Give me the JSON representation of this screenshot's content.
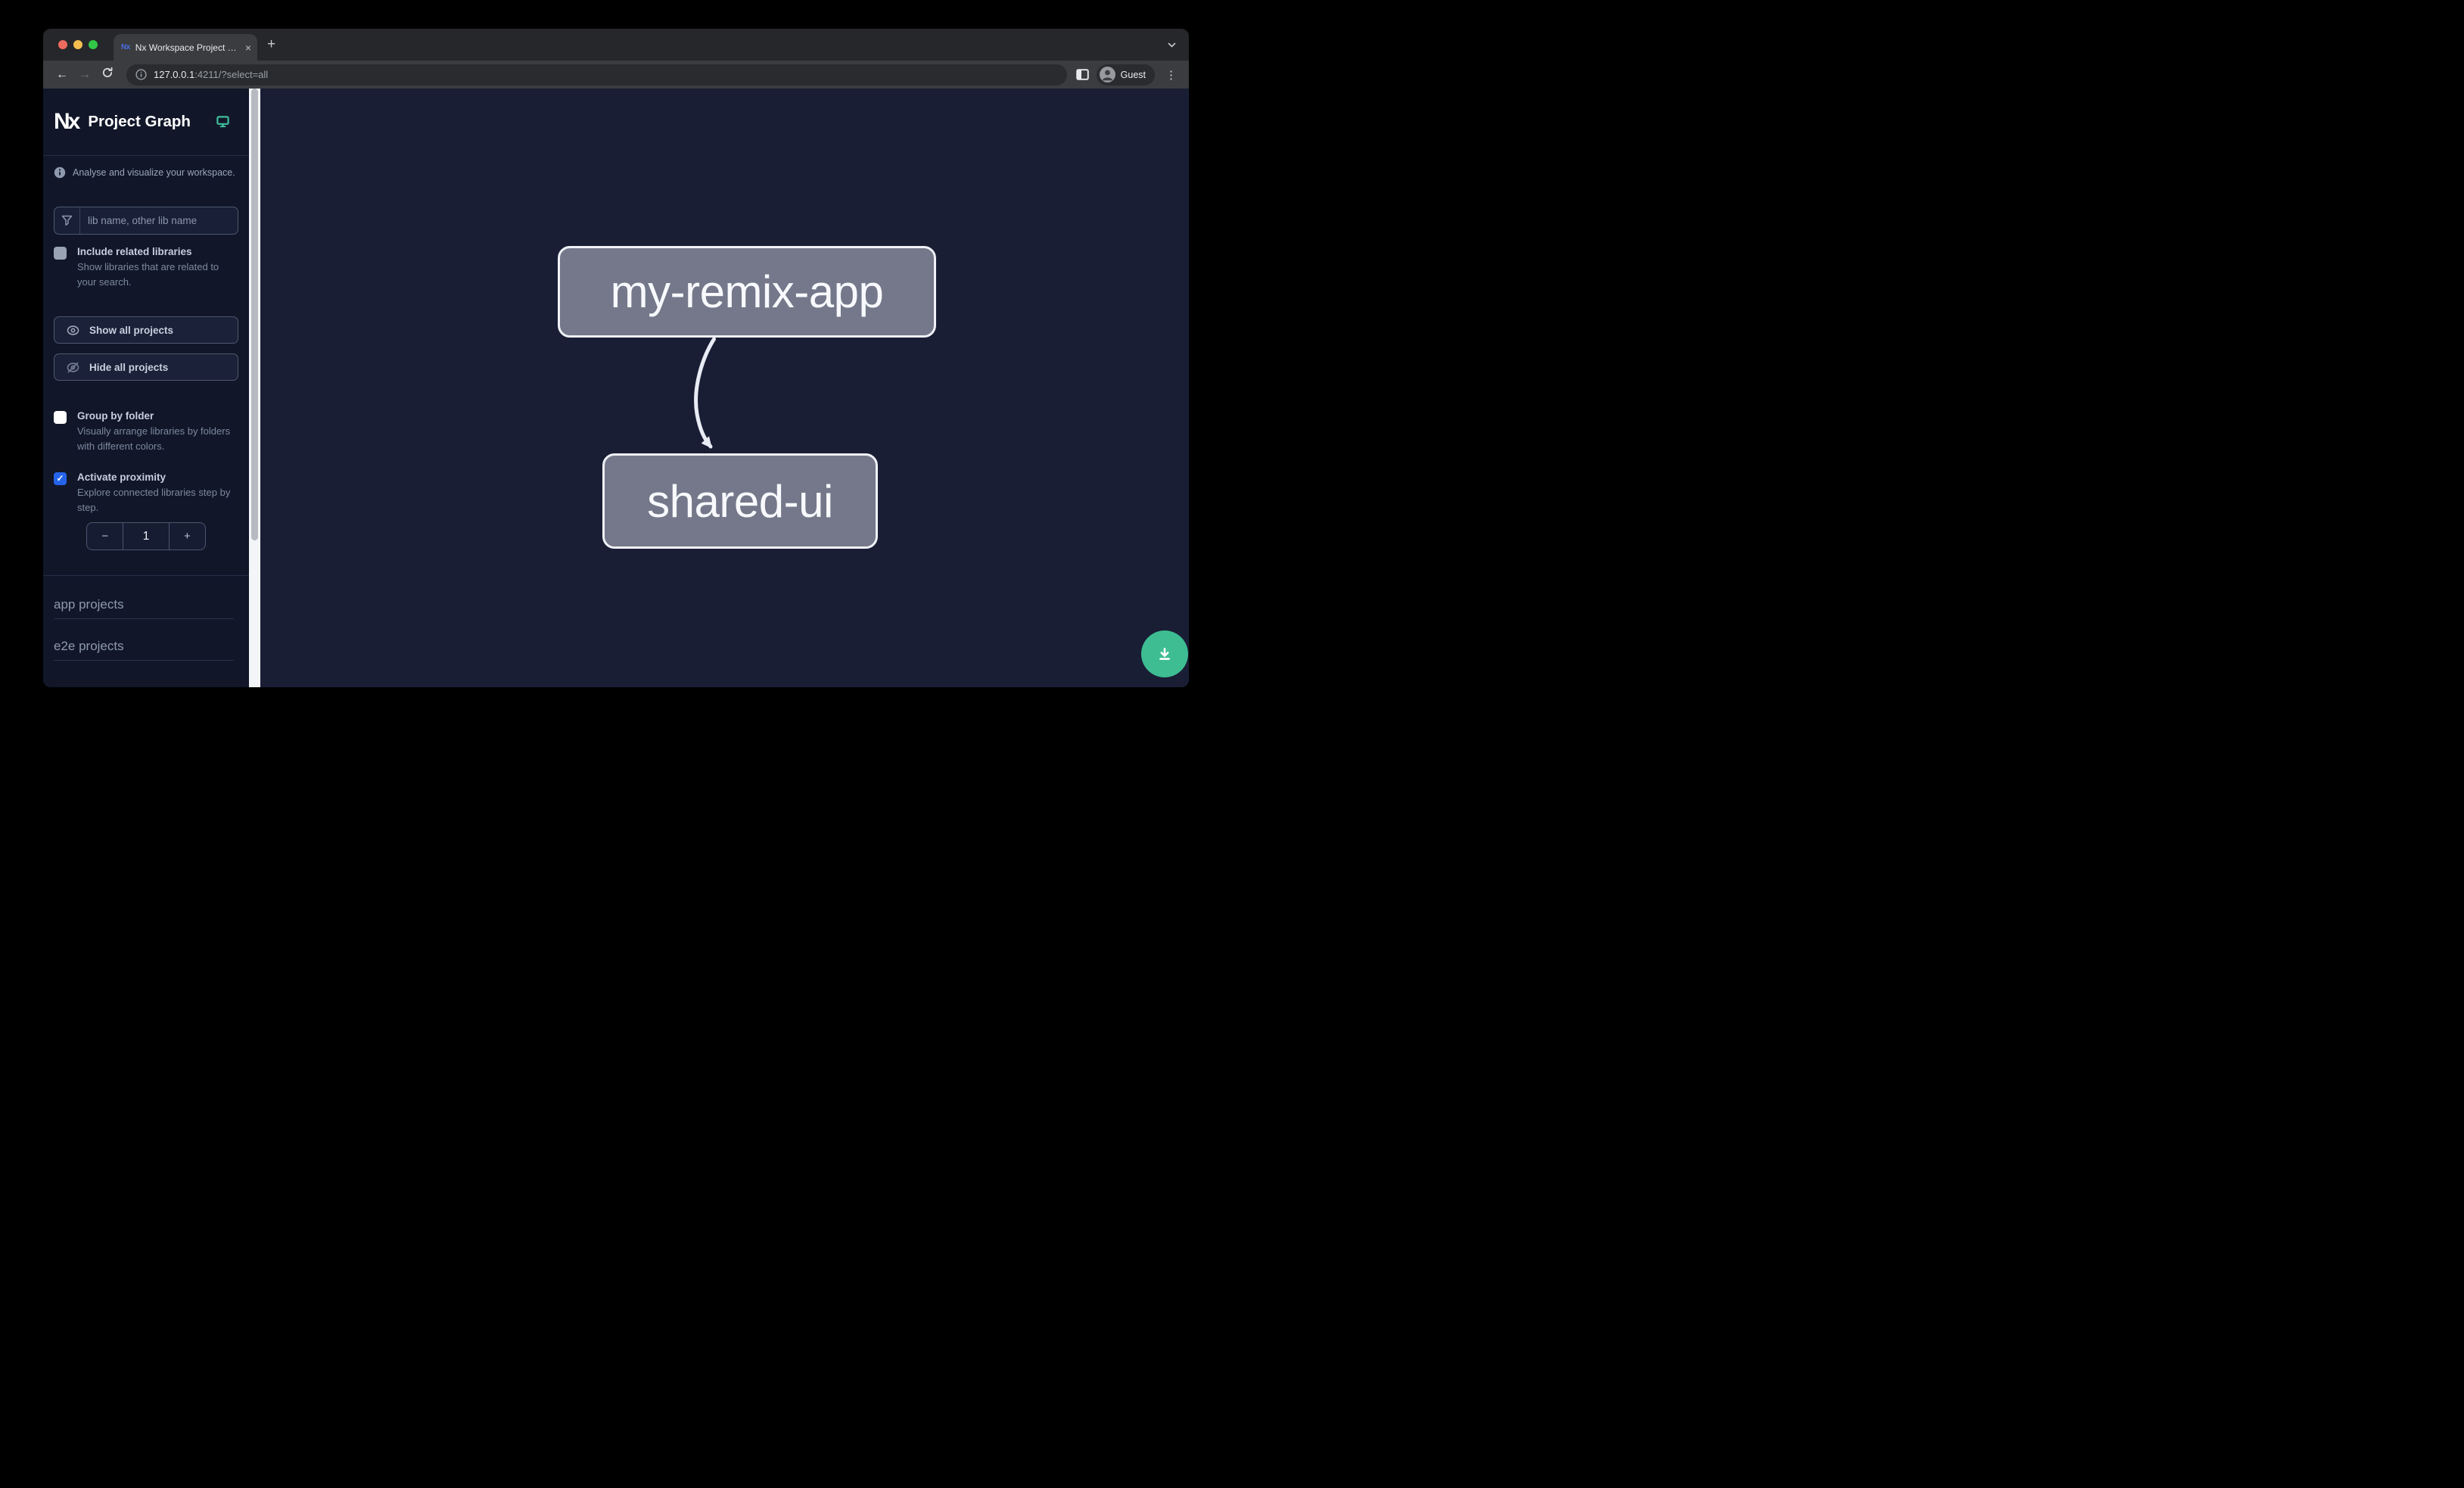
{
  "browser": {
    "tab_title": "Nx Workspace Project Graph",
    "url": {
      "host": "127.0.0.1",
      "rest": ":4211/?select=all"
    },
    "profile_label": "Guest"
  },
  "icons": {
    "back": "←",
    "forward": "→",
    "close_tab": "×",
    "new_tab": "+",
    "kebab": "⋮",
    "check": "✓",
    "favicon_text": "Nx"
  },
  "sidebar": {
    "logo_text": "Nx",
    "app_title": "Project Graph",
    "tagline": "Analyse and visualize your workspace.",
    "search": {
      "placeholder": "lib name, other lib name"
    },
    "include_related": {
      "label": "Include related libraries",
      "description": "Show libraries that are related to your search.",
      "checked": false
    },
    "buttons": {
      "show_all": "Show all projects",
      "hide_all": "Hide all projects"
    },
    "group_by_folder": {
      "label": "Group by folder",
      "description": "Visually arrange libraries by folders with different colors.",
      "checked": false
    },
    "activate_proximity": {
      "label": "Activate proximity",
      "description": "Explore connected libraries step by step.",
      "checked": true
    },
    "proximity_stepper": {
      "decrement": "−",
      "value": "1",
      "increment": "+"
    },
    "sections": [
      {
        "label": "app projects"
      },
      {
        "label": "e2e projects"
      }
    ]
  },
  "graph": {
    "nodes": [
      {
        "id": "my-remix-app",
        "label": "my-remix-app"
      },
      {
        "id": "shared-ui",
        "label": "shared-ui"
      }
    ],
    "edges": [
      {
        "from": "my-remix-app",
        "to": "shared-ui"
      }
    ]
  },
  "colors": {
    "accent_teal": "#3fbf9b",
    "fab_green": "#3ebd92",
    "checkbox_blue": "#2563eb",
    "node_fill": "#74788a",
    "node_border": "#eff1f7",
    "edge": "#e9ecf4",
    "sidebar_bg": "#111729",
    "canvas_bg": "#191e35"
  }
}
